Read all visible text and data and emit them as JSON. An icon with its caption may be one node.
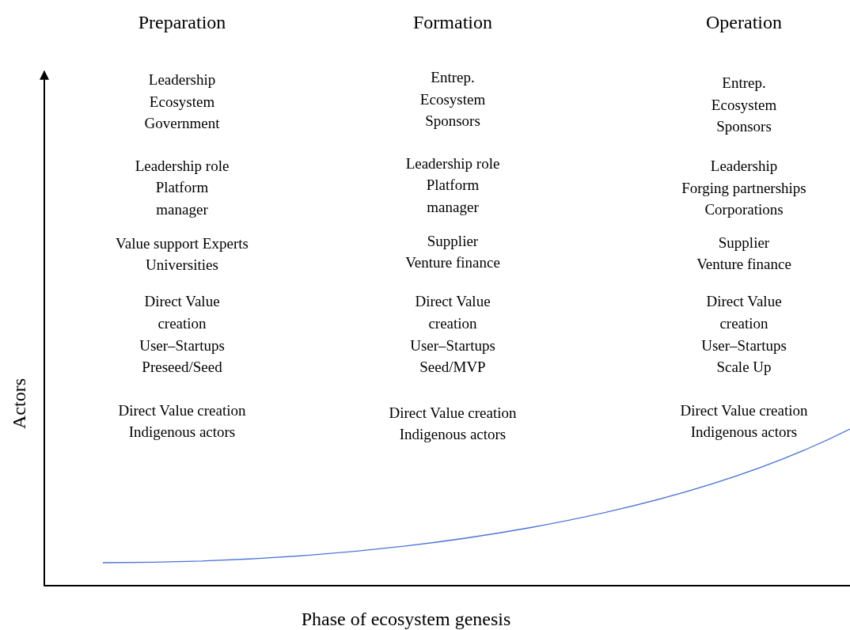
{
  "diagram": {
    "labels": [
      "Preparation",
      "Formation",
      "Operation",
      "Leadership",
      "Entrep.",
      "Entrep.",
      "Ecosystem",
      "Ecosystem",
      "Ecosystem",
      "Government",
      "Sponsors",
      "Sponsors",
      "Leadership role",
      "Leadership role",
      "Leadership",
      "Platform",
      "Platform",
      "Forging partnerships",
      "manager",
      "manager",
      "Corporations",
      "Value support Experts",
      "Supplier",
      "Supplier",
      "Universities",
      "Venture finance",
      "Venture finance",
      "Direct Value",
      "Direct Value",
      "Direct Value",
      "creation",
      "creation",
      "creation",
      "User–Startups",
      "User–Startups",
      "User–Startups",
      "Preseed/Seed",
      "Seed/MVP",
      "Scale Up",
      "Direct Value creation",
      "Direct Value creation",
      "Direct Value creation",
      "Indigenous actors",
      "Indigenous actors",
      "Indigenous actors",
      "Actors",
      "Phase of ecosystem genesis"
    ]
  }
}
